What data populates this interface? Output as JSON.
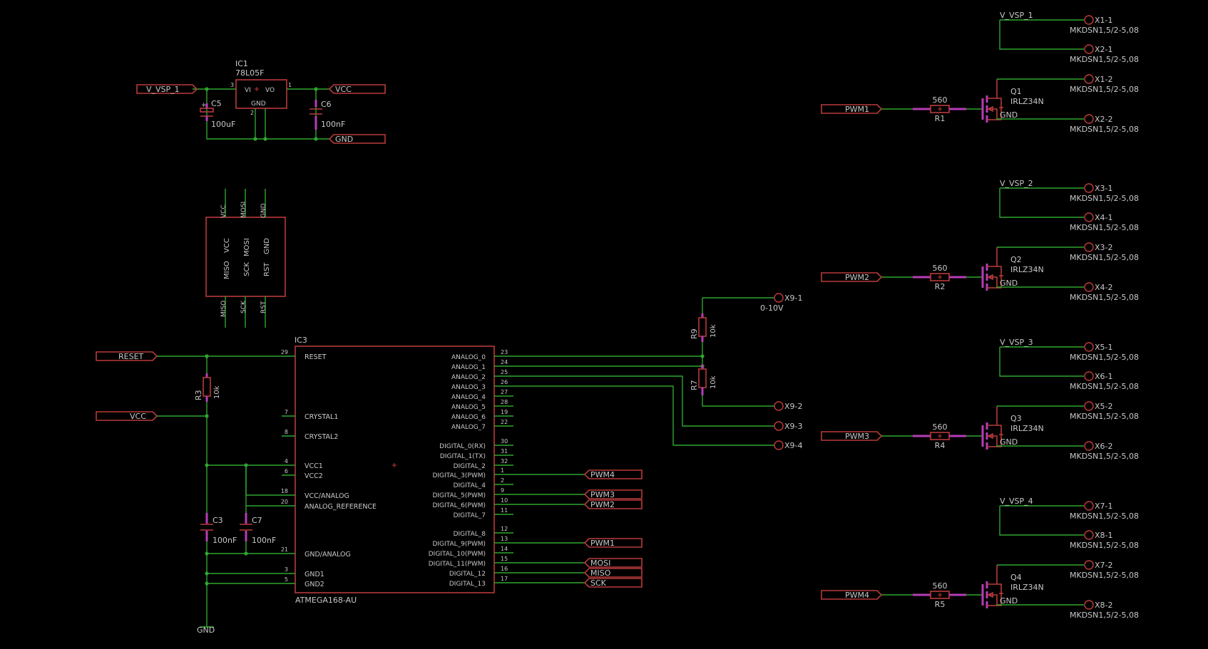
{
  "schematic": {
    "ic1": {
      "name": "IC1",
      "value": "78L05F",
      "pin_vi": "VI",
      "pin_vo": "VO",
      "pin_gnd": "GND",
      "pin_in": "3",
      "pin_out": "1",
      "pin_g": "2"
    },
    "power_labels": {
      "vsp": "V_VSP_1",
      "vcc": "VCC",
      "gnd": "GND"
    },
    "c5": {
      "name": "C5",
      "value": "100uF"
    },
    "c6": {
      "name": "C6",
      "value": "100nF"
    },
    "isp": {
      "vcc": "VCC",
      "mosi": "MOSI",
      "gnd": "GND",
      "miso": "MISO",
      "sck": "SCK",
      "rst": "RST"
    },
    "left_labels": {
      "reset": "RESET",
      "vcc": "VCC",
      "gnd": "GND"
    },
    "r3": {
      "name": "R3",
      "value": "10k"
    },
    "c3": {
      "name": "C3",
      "value": "100nF"
    },
    "c7": {
      "name": "C7",
      "value": "100nF"
    },
    "ic3": {
      "name": "IC3",
      "value": "ATMEGA168-AU",
      "left_pins": [
        {
          "num": "29",
          "label": "RESET"
        },
        {
          "num": "7",
          "label": "CRYSTAL1"
        },
        {
          "num": "8",
          "label": "CRYSTAL2"
        },
        {
          "num": "4",
          "label": "VCC1"
        },
        {
          "num": "6",
          "label": "VCC2"
        },
        {
          "num": "18",
          "label": "VCC/ANALOG"
        },
        {
          "num": "20",
          "label": "ANALOG_REFERENCE"
        },
        {
          "num": "21",
          "label": "GND/ANALOG"
        },
        {
          "num": "3",
          "label": "GND1"
        },
        {
          "num": "5",
          "label": "GND2"
        }
      ],
      "right_pins": [
        {
          "num": "23",
          "label": "ANALOG_0"
        },
        {
          "num": "24",
          "label": "ANALOG_1"
        },
        {
          "num": "25",
          "label": "ANALOG_2"
        },
        {
          "num": "26",
          "label": "ANALOG_3"
        },
        {
          "num": "27",
          "label": "ANALOG_4"
        },
        {
          "num": "28",
          "label": "ANALOG_5"
        },
        {
          "num": "19",
          "label": "ANALOG_6"
        },
        {
          "num": "22",
          "label": "ANALOG_7"
        },
        {
          "num": "30",
          "label": "DIGITAL_0(RX)"
        },
        {
          "num": "31",
          "label": "DIGITAL_1(TX)"
        },
        {
          "num": "32",
          "label": "DIGITAL_2"
        },
        {
          "num": "1",
          "label": "DIGITAL_3(PWM)"
        },
        {
          "num": "2",
          "label": "DIGITAL_4"
        },
        {
          "num": "9",
          "label": "DIGITAL_5(PWM)"
        },
        {
          "num": "10",
          "label": "DIGITAL_6(PWM)"
        },
        {
          "num": "11",
          "label": "DIGITAL_7"
        },
        {
          "num": "12",
          "label": "DIGITAL_8"
        },
        {
          "num": "13",
          "label": "DIGITAL_9(PWM)"
        },
        {
          "num": "14",
          "label": "DIGITAL_10(PWM)"
        },
        {
          "num": "15",
          "label": "DIGITAL_11(PWM)"
        },
        {
          "num": "16",
          "label": "DIGITAL_12"
        },
        {
          "num": "17",
          "label": "DIGITAL_13"
        }
      ]
    },
    "mcu_net_labels": {
      "pwm4": "PWM4",
      "pwm3": "PWM3",
      "pwm2": "PWM2",
      "pwm1": "PWM1",
      "mosi": "MOSI",
      "miso": "MISO",
      "sck": "SCK"
    },
    "r9": {
      "name": "R9",
      "value": "10k"
    },
    "r7": {
      "name": "R7",
      "value": "10k"
    },
    "x9": {
      "t1": "X9-1",
      "t2": "X9-2",
      "t3": "X9-3",
      "t4": "X9-4",
      "note": "0-10V"
    },
    "channels": [
      {
        "pwm": "PWM1",
        "vsp": "V_VSP_1",
        "r_name": "R1",
        "r_value": "560",
        "q_name": "Q1",
        "q_value": "IRLZ34N",
        "gnd": "GND",
        "terminals": [
          "X1-1",
          "X2-1",
          "X1-2",
          "X2-2"
        ],
        "term_value": "MKDSN1,5/2-5,08"
      },
      {
        "pwm": "PWM2",
        "vsp": "V_VSP_2",
        "r_name": "R2",
        "r_value": "560",
        "q_name": "Q2",
        "q_value": "IRLZ34N",
        "gnd": "GND",
        "terminals": [
          "X3-1",
          "X4-1",
          "X3-2",
          "X4-2"
        ],
        "term_value": "MKDSN1,5/2-5,08"
      },
      {
        "pwm": "PWM3",
        "vsp": "V_VSP_3",
        "r_name": "R4",
        "r_value": "560",
        "q_name": "Q3",
        "q_value": "IRLZ34N",
        "gnd": "GND",
        "terminals": [
          "X5-1",
          "X6-1",
          "X5-2",
          "X6-2"
        ],
        "term_value": "MKDSN1,5/2-5,08"
      },
      {
        "pwm": "PWM4",
        "vsp": "V_VSP_4",
        "r_name": "R5",
        "r_value": "560",
        "q_name": "Q4",
        "q_value": "IRLZ34N",
        "gnd": "GND",
        "terminals": [
          "X7-1",
          "X8-1",
          "X7-2",
          "X8-2"
        ],
        "term_value": "MKDSN1,5/2-5,08"
      }
    ]
  }
}
